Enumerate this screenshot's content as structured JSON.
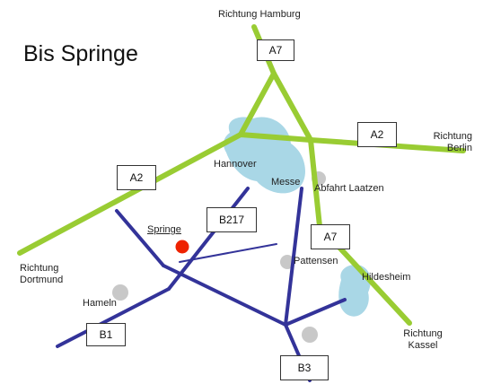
{
  "title": "Bis Springe",
  "colors": {
    "autobahn": "#99cc33",
    "bundesstrasse": "#333399",
    "city_area": "#a9d7e6",
    "town_marker": "#c8c8c8",
    "destination_marker": "#ee2200"
  },
  "roads": {
    "a7": "A7",
    "a7_south": "A7",
    "a2_east": "A2",
    "a2_west": "A2",
    "b217": "B217",
    "b1": "B1",
    "b3": "B3"
  },
  "places": {
    "hannover": "Hannover",
    "messe": "Messe",
    "abfahrt_laatzen": "Abfahrt Laatzen",
    "springe": "Springe",
    "pattensen": "Pattensen",
    "hildesheim": "Hildesheim",
    "hameln": "Hameln"
  },
  "directions": {
    "hamburg": "Richtung Hamburg",
    "berlin_line1": "Richtung",
    "berlin_line2": "Berlin",
    "dortmund_line1": "Richtung",
    "dortmund_line2": "Dortmund",
    "kassel_line1": "Richtung",
    "kassel_line2": "Kassel"
  }
}
